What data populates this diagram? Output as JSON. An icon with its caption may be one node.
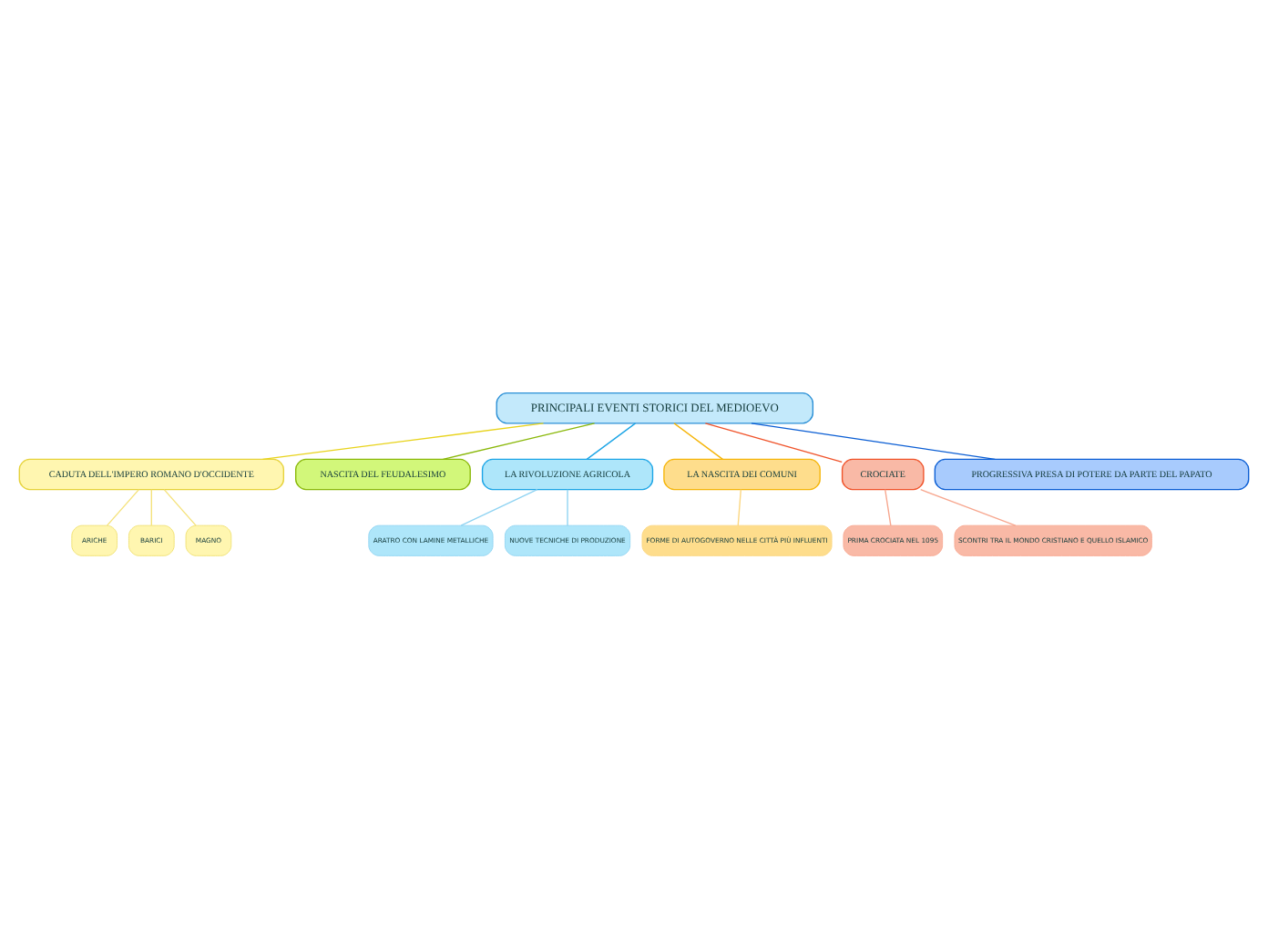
{
  "diagram": {
    "nodes": [
      {
        "text": [
          "PRINCIPALI EVENTI STORICI DEL MEDIOEVO"
        ]
      },
      {
        "text": [
          "CADUTA DELL'IMPERO ROMANO D'OCCIDENTE"
        ]
      },
      {
        "text": [
          "ARICHE"
        ]
      },
      {
        "text": [
          "BARICI"
        ]
      },
      {
        "text": [
          "MAGNO"
        ]
      },
      {
        "text": [
          "NASCITA DEL FEUDALESIMO"
        ]
      },
      {
        "text": [
          "LA RIVOLUZIONE AGRICOLA"
        ]
      },
      {
        "text": [
          "ARATRO CON LAMINE METALLICHE"
        ]
      },
      {
        "text": [
          "NUOVE TECNICHE DI PRODUZIONE"
        ]
      },
      {
        "text": [
          "LA NASCITA DEI COMUNI"
        ]
      },
      {
        "text": [
          "FORME DI AUTOGOVERNO NELLE CITTÀ PIÙ INFLUENTI"
        ]
      },
      {
        "text": [
          "CROCIATE"
        ]
      },
      {
        "text": [
          "PRIMA CROCIATA NEL 1095"
        ]
      },
      {
        "text": [
          "SCONTRI TRA IL MONDO CRISTIANO E QUELLO ISLAMICO"
        ]
      },
      {
        "text": [
          "PROGRESSIVA PRESA DI POTERE DA PARTE DEL PAPATO"
        ]
      }
    ],
    "edges": [
      {
        "from": 0,
        "to": 1,
        "arrow": "none",
        "color": "#e8d31c"
      },
      {
        "from": 1,
        "to": 2,
        "arrow": "none",
        "color": "#f5e27a"
      },
      {
        "from": 1,
        "to": 3,
        "arrow": "none",
        "color": "#f5e27a"
      },
      {
        "from": 1,
        "to": 4,
        "arrow": "none",
        "color": "#f5e27a"
      },
      {
        "from": 0,
        "to": 5,
        "arrow": "none",
        "color": "#8ab80a"
      },
      {
        "from": 0,
        "to": 6,
        "arrow": "none",
        "color": "#1ca5e6"
      },
      {
        "from": 6,
        "to": 7,
        "arrow": "none",
        "color": "#8fd3f2"
      },
      {
        "from": 6,
        "to": 8,
        "arrow": "none",
        "color": "#8fd3f2"
      },
      {
        "from": 0,
        "to": 9,
        "arrow": "none",
        "color": "#f5b50a"
      },
      {
        "from": 9,
        "to": 10,
        "arrow": "none",
        "color": "#fbd680"
      },
      {
        "from": 0,
        "to": 11,
        "arrow": "none",
        "color": "#f0532a"
      },
      {
        "from": 11,
        "to": 12,
        "arrow": "none",
        "color": "#f7a78f"
      },
      {
        "from": 11,
        "to": 13,
        "arrow": "none",
        "color": "#f7a78f"
      },
      {
        "from": 0,
        "to": 14,
        "arrow": "none",
        "color": "#0b5ed4"
      }
    ]
  }
}
